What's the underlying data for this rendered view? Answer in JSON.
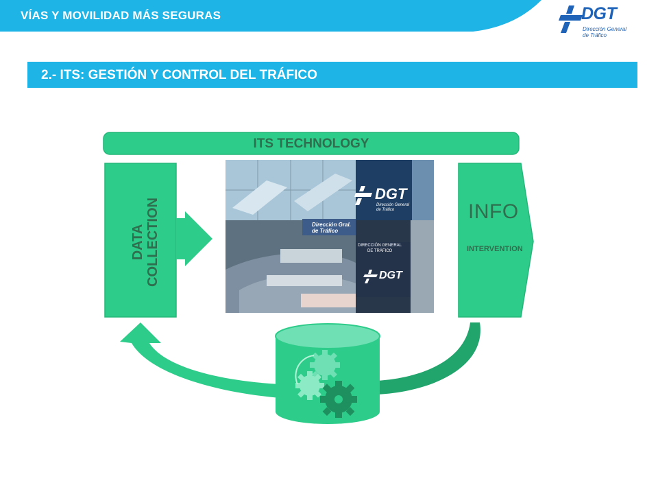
{
  "header": {
    "title": "VÍAS Y MOVILIDAD MÁS SEGURAS",
    "logo_text": "DGT",
    "logo_sub_line1": "Dirección General",
    "logo_sub_line2": "de Tráfico"
  },
  "section": {
    "title": "2.- ITS: GESTIÓN Y CONTROL DEL TRÁFICO"
  },
  "diagram": {
    "top_bar_label": "ITS TECHNOLOGY",
    "left_label_line1": "DATA",
    "left_label_line2": "COLLECTION",
    "right_label": "INFO",
    "right_sublabel": "INTERVENTION",
    "photo": {
      "logo_dgt": "DGT",
      "logo_dgt_sub1": "Dirección General",
      "logo_dgt_sub2": "de Tráfico",
      "sign_1_line1": "Dirección Gral.",
      "sign_1_line2": "de Tráfico",
      "sign_2_line1": "DIRECCIÓN GENERAL",
      "sign_2_line2": "DE TRÁFICO",
      "sign_2_logo": "DGT"
    }
  },
  "colors": {
    "banner_blue": "#1eb4e6",
    "green_main": "#2ecc8a",
    "green_dark": "#22a56d",
    "green_light": "#6fe0b4",
    "text_green": "#2f6e4e",
    "dgt_blue": "#1f63b8"
  }
}
